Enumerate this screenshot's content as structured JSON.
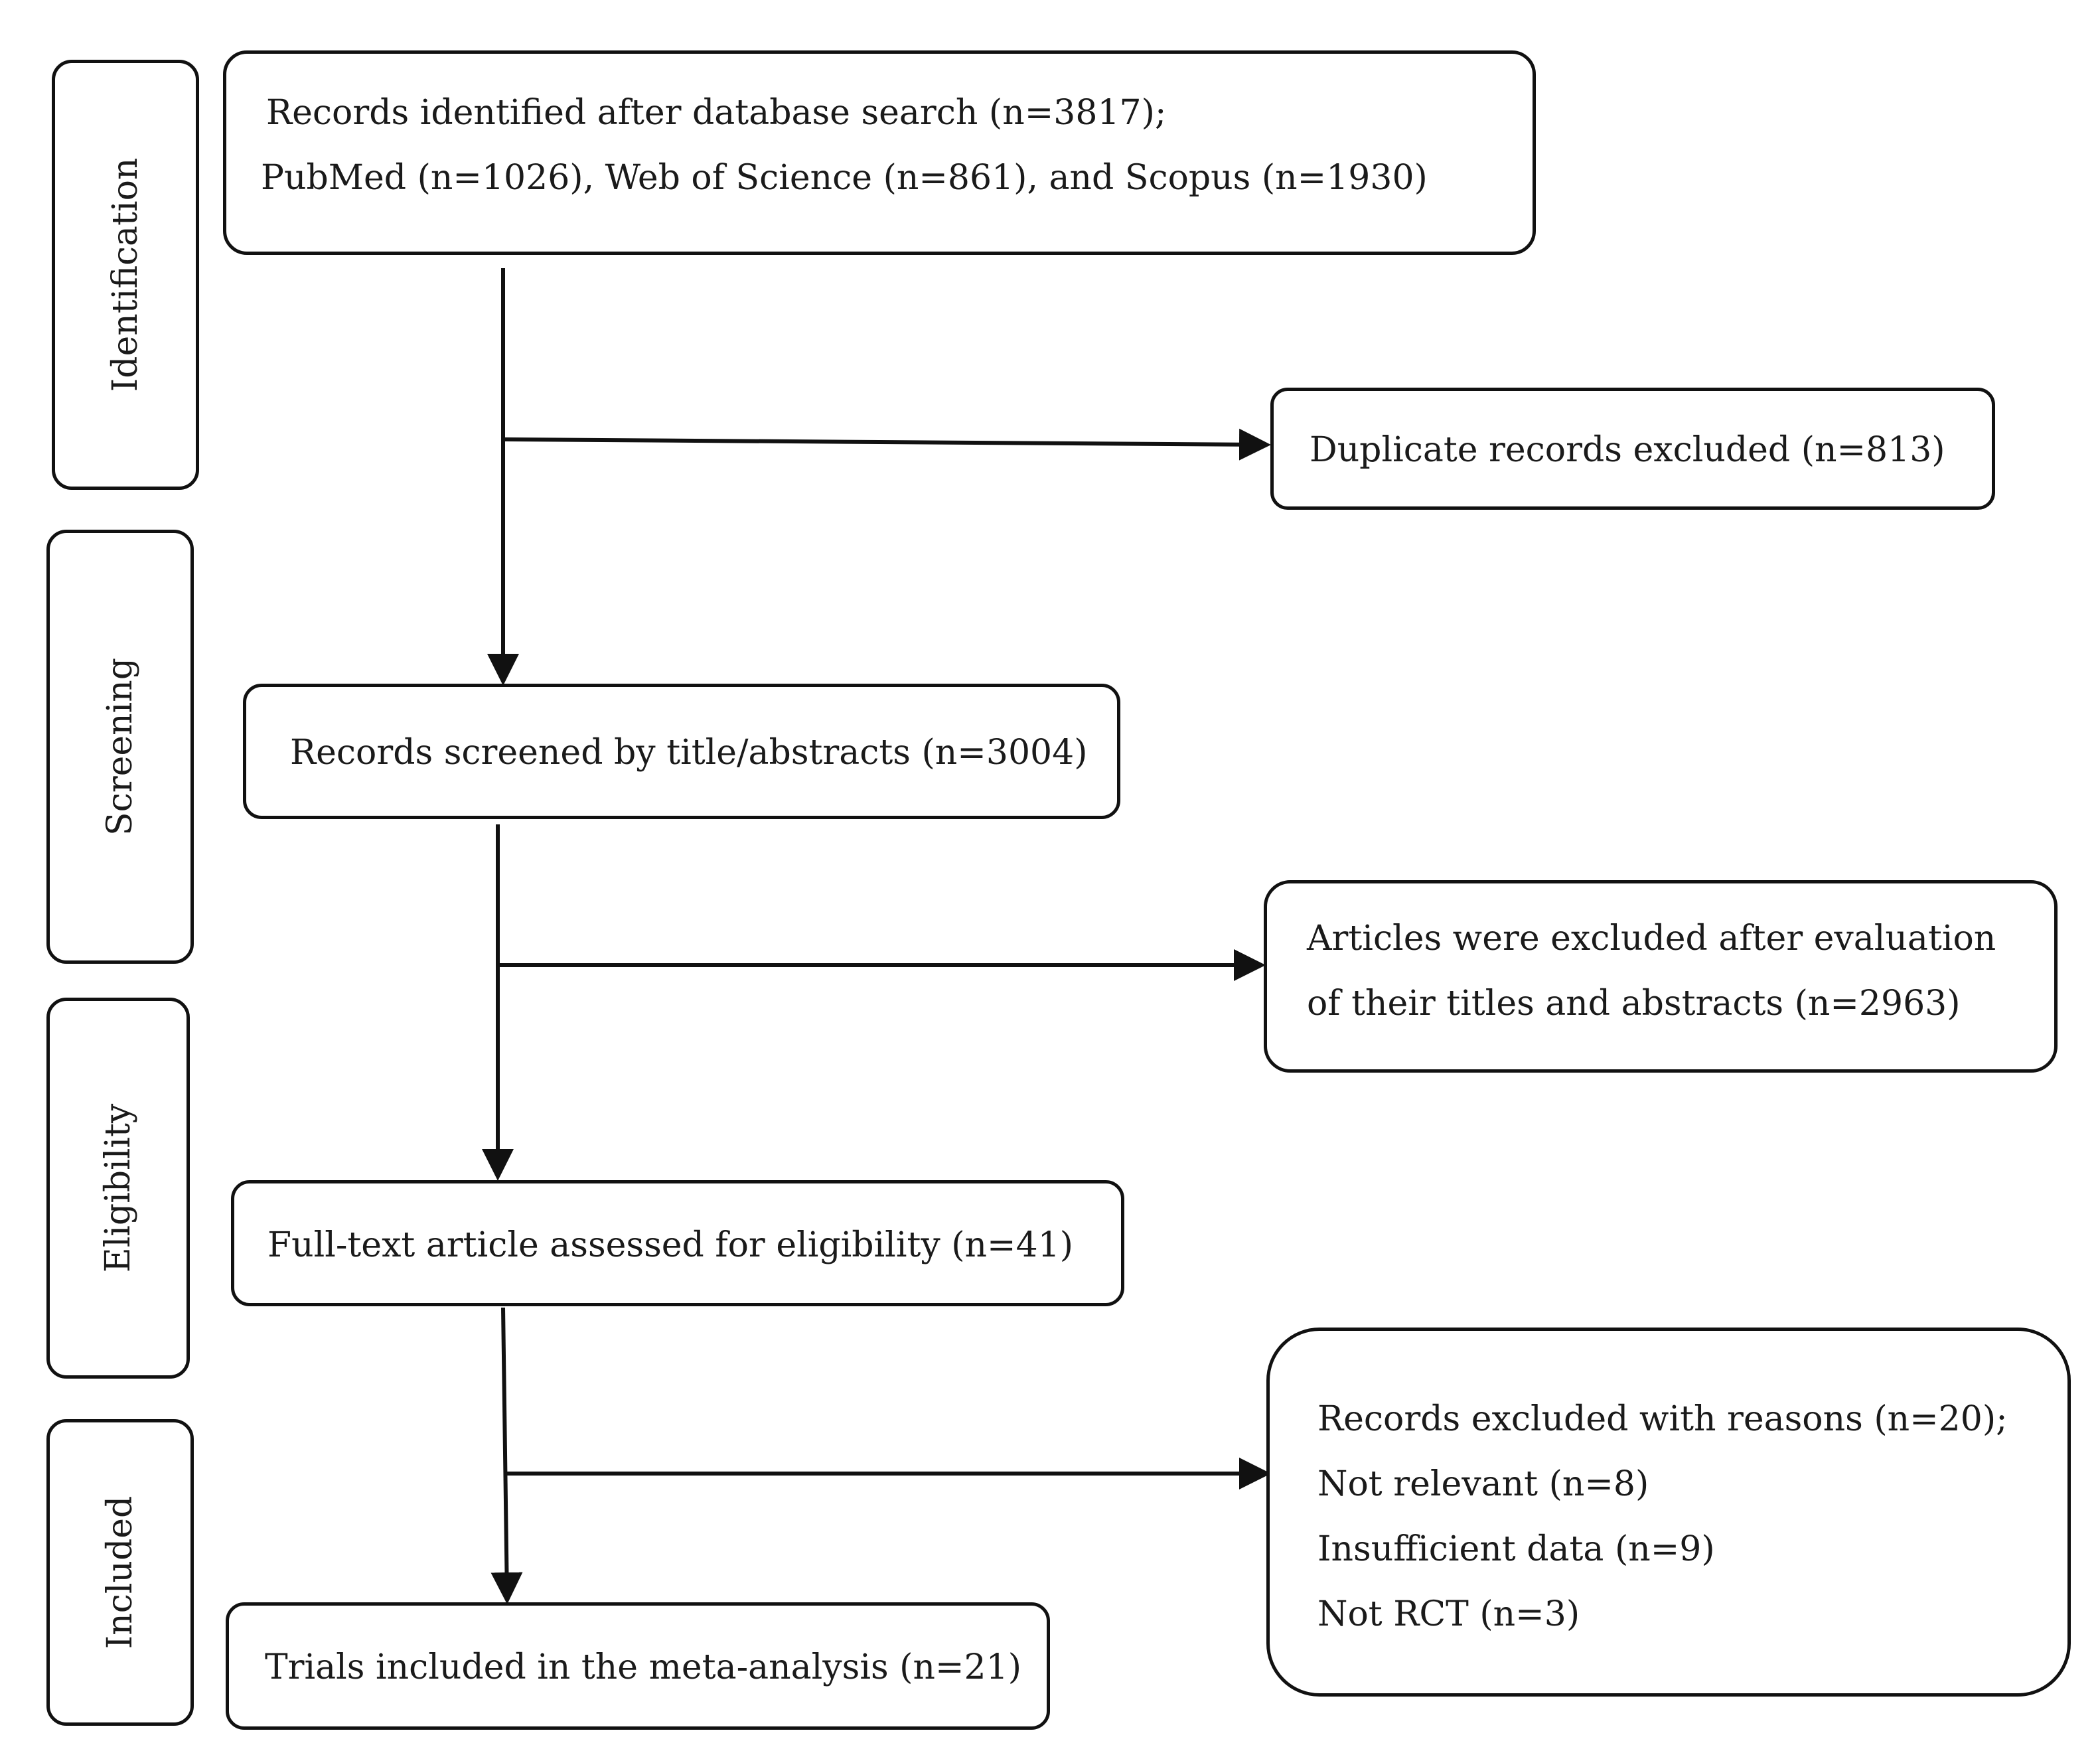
{
  "phases": {
    "identification": "Identification",
    "screening": "Screening",
    "eligibility": "Eligibility",
    "included": "Included"
  },
  "boxes": {
    "identified": {
      "line1": "Records identified after database search (n=3817);",
      "line2": "PubMed (n=1026), Web of Science (n=861), and Scopus (n=1930)"
    },
    "duplicates": {
      "line1": "Duplicate records excluded (n=813)"
    },
    "screened": {
      "line1": "Records screened by title/abstracts (n=3004)"
    },
    "excluded_title_abstract": {
      "line1": "Articles were excluded after evaluation",
      "line2": "of their titles and abstracts (n=2963)"
    },
    "fulltext": {
      "line1": "Full-text article assessed for eligibility (n=41)"
    },
    "excluded_reasons": {
      "line1": "Records excluded with reasons (n=20);",
      "line2": "Not relevant (n=8)",
      "line3": "Insufficient data (n=9)",
      "line4": "Not RCT (n=3)"
    },
    "included": {
      "line1": "Trials included in the meta-analysis (n=21)"
    }
  }
}
